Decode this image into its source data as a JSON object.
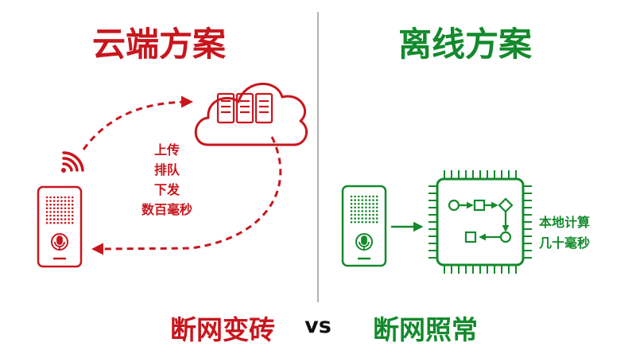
{
  "left": {
    "title": "云端方案",
    "steps": [
      "上传",
      "排队",
      "下发",
      "数百毫秒"
    ],
    "result": "断网变砖"
  },
  "right": {
    "title": "离线方案",
    "steps": [
      "本地计算",
      "几十毫秒"
    ],
    "result": "断网照常"
  },
  "vs": "vs",
  "colors": {
    "cloud": "#c8161d",
    "local": "#138a2c",
    "divider": "#9a9a9a"
  },
  "icons": {
    "left": [
      "wifi-signal-icon",
      "speaker-device-icon",
      "microphone-icon",
      "cloud-icon",
      "server-rack-icon",
      "dashed-curved-arrow-icon"
    ],
    "right": [
      "speaker-device-icon",
      "microphone-icon",
      "arrow-right-icon",
      "processor-chip-icon",
      "flow-chart-icon"
    ]
  }
}
